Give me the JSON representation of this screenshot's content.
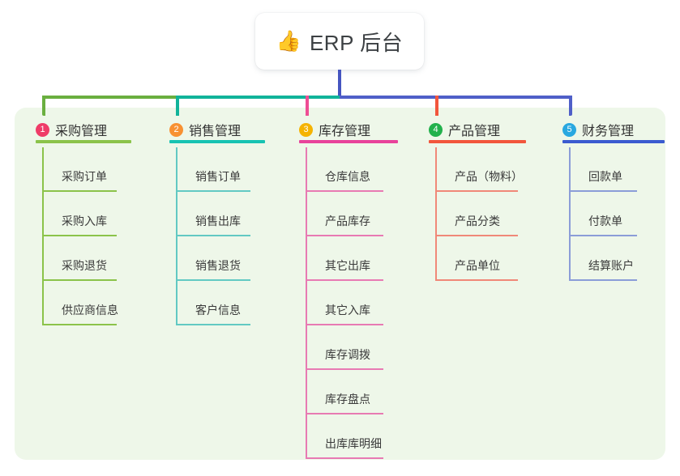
{
  "root": {
    "icon": "thumbs-up-icon",
    "emoji": "👍",
    "title": "ERP 后台"
  },
  "colors": {
    "panel_bg": "#eef7e9",
    "card_bg": "#ffffff",
    "stem": "#4555c0",
    "bar_green": "#6aaf3f",
    "bar_teal": "#11b39a",
    "bar_blue": "#4f5fc8"
  },
  "columns": [
    {
      "number": "1",
      "title": "采购管理",
      "badge_color": "#ef3c68",
      "rule_color": "#8bc34a",
      "line_color": "#8bc34a",
      "stub_color": "#6aaf3f",
      "items": [
        "采购订单",
        "采购入库",
        "采购退货",
        "供应商信息"
      ]
    },
    {
      "number": "2",
      "title": "销售管理",
      "badge_color": "#f89132",
      "rule_color": "#17c3b2",
      "line_color": "#62c9c3",
      "stub_color": "#11b39a",
      "items": [
        "销售订单",
        "销售出库",
        "销售退货",
        "客户信息"
      ]
    },
    {
      "number": "3",
      "title": "库存管理",
      "badge_color": "#f5b301",
      "rule_color": "#e8439b",
      "line_color": "#e87ab3",
      "stub_color": "#ee4d94",
      "items": [
        "仓库信息",
        "产品库存",
        "其它出库",
        "其它入库",
        "库存调拨",
        "库存盘点",
        "出库库明细"
      ]
    },
    {
      "number": "4",
      "title": "产品管理",
      "badge_color": "#22b14c",
      "rule_color": "#f2563c",
      "line_color": "#f08878",
      "stub_color": "#f2563c",
      "items": [
        "产品（物料）",
        "产品分类",
        "产品单位"
      ]
    },
    {
      "number": "5",
      "title": "财务管理",
      "badge_color": "#29a8e0",
      "rule_color": "#3b5bd0",
      "line_color": "#8b9dd8",
      "stub_color": "#4f5fc8",
      "items": [
        "回款单",
        "付款单",
        "结算账户"
      ]
    }
  ]
}
